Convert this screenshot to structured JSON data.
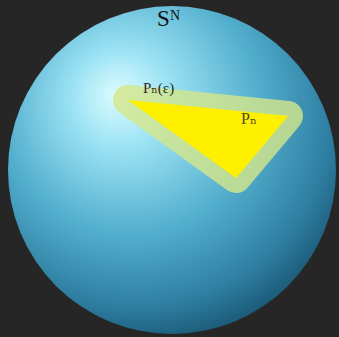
{
  "diagram": {
    "nodes": [
      {
        "text": [
          "Sᴺ"
        ]
      },
      {
        "text": [
          "Pₙ(ε)"
        ],
        "in": 0
      },
      {
        "text": [
          "Pₙ"
        ],
        "in": 1
      }
    ]
  }
}
